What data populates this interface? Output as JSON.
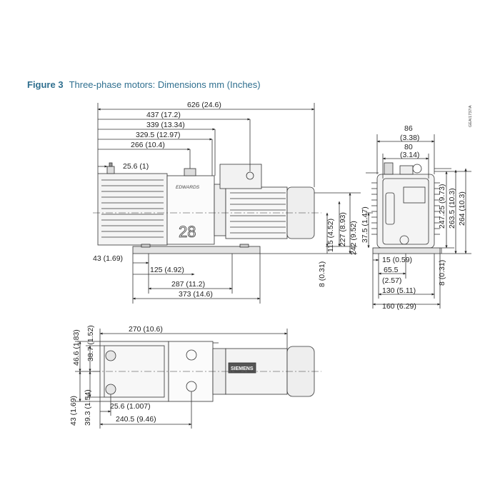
{
  "caption": {
    "label": "Figure 3",
    "text": "Three-phase motors: Dimensions mm (Inches)"
  },
  "reference": "GEA/1737/A",
  "pump": {
    "model": "28",
    "logo_text": "EDWARDS",
    "motor_brand": "SIEMENS"
  },
  "side_view": {
    "top_dims": [
      "626 (24.6)",
      "437 (17.2)",
      "339 (13.34)",
      "329.5 (12.97)",
      "266 (10.4)",
      "25.6 (1)"
    ],
    "right_dims": [
      "242 (9.52)",
      "227 (8.93)",
      "115 (4.52)",
      "8 (0.31)"
    ],
    "bottom_dims": [
      "43 (1.69)",
      "125 (4.92)",
      "287 (11.2)",
      "373 (14.6)"
    ]
  },
  "end_view": {
    "top_dims": [
      "86",
      "(3.38)",
      "80",
      "(3.14)"
    ],
    "left_dims": [
      "37.5 (1.47)"
    ],
    "right_dims": [
      "247.25 (9.73)",
      "263.5 (10.3)",
      "264 (10.3)",
      "8 (0.31)"
    ],
    "bottom_dims": [
      "15 (0.59)",
      "65.5",
      "(2.57)",
      "130 (5.11)",
      "160 (6.29)"
    ]
  },
  "plan_view": {
    "top_dims": [
      "270 (10.6)"
    ],
    "left_dims": [
      "46.6 (1.83)",
      "38.7 (1.52)",
      "43 (1.69)",
      "39.3 (1.54)"
    ],
    "bottom_dims": [
      "25.6 (1.007)",
      "240.5 (9.46)"
    ]
  }
}
